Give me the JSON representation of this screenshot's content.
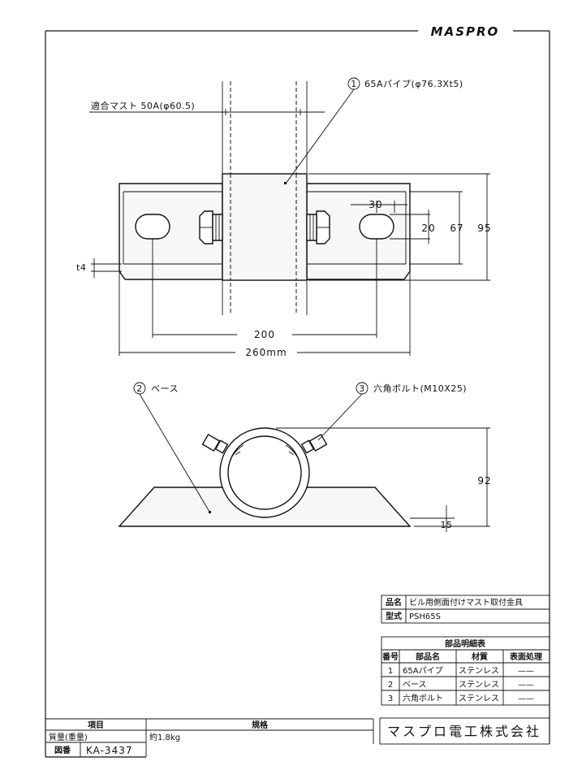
{
  "brand": "MASPRO",
  "callouts": {
    "pipe": {
      "num": "1",
      "text": "65Aパイプ(φ76.3Xt5)"
    },
    "base": {
      "num": "2",
      "text": "ベース"
    },
    "bolt": {
      "num": "3",
      "text": "六角ボルト(M10X25)"
    }
  },
  "mast_label": "適合マスト 50A(φ60.5)",
  "dimensions": {
    "slot_w": "30",
    "slot_h": "20",
    "inner_h": "67",
    "outer_h": "95",
    "thickness": "t4",
    "pitch": "200",
    "length": "260mm",
    "height": "92",
    "foot": "15"
  },
  "product": {
    "name_label": "品名",
    "name": "ビル用側面付けマスト取付金具",
    "model_label": "型式",
    "model": "PSH65S"
  },
  "parts_table": {
    "title": "部品明細表",
    "headers": [
      "番号",
      "部品名",
      "材質",
      "表面処理"
    ],
    "rows": [
      [
        "1",
        "65Aパイプ",
        "ステンレス",
        "——"
      ],
      [
        "2",
        "ベース",
        "ステンレス",
        "——"
      ],
      [
        "3",
        "六角ボルト",
        "ステンレス",
        "——"
      ]
    ]
  },
  "spec_table": {
    "col_item": "項目",
    "col_spec": "規格",
    "weight_label": "質量(重量)",
    "weight": "約1.8kg",
    "drawing_label": "図番",
    "drawing_no": "KA-3437"
  },
  "company": "マスプロ電工株式会社"
}
